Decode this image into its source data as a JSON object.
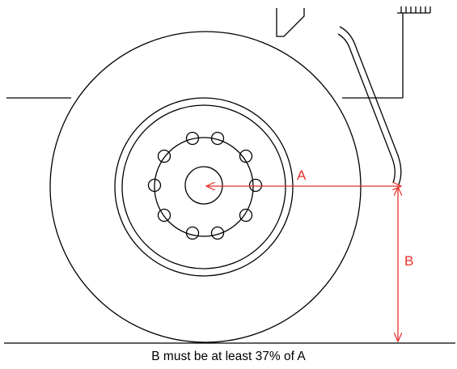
{
  "labels": {
    "a": "A",
    "b": "B"
  },
  "caption": "B must be at least 37% of A",
  "colors": {
    "line": "#000000",
    "dimension": "#e8302a",
    "background": "#ffffff"
  }
}
